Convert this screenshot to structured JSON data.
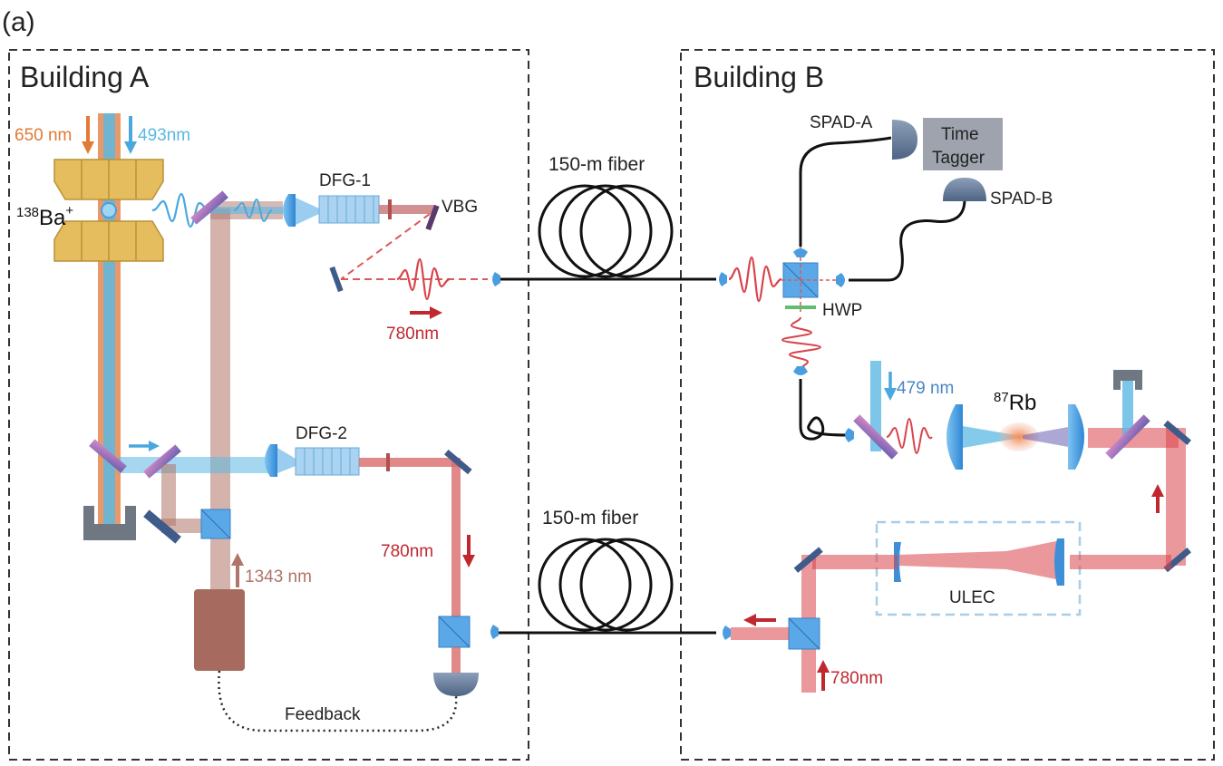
{
  "panel_label": "(a)",
  "buildings": {
    "a": "Building A",
    "b": "Building B"
  },
  "labels": {
    "wl_650": "650 nm",
    "wl_493": "493nm",
    "ion_mass": "138",
    "ion_symbol": "Ba",
    "ion_charge": "+",
    "dfg1": "DFG-1",
    "vbg": "VBG",
    "wl_780_a": "780nm",
    "dfg2": "DFG-2",
    "wl_780_b": "780nm",
    "wl_1343": "1343 nm",
    "feedback": "Feedback",
    "fiber_top": "150-m fiber",
    "fiber_bottom": "150-m fiber",
    "spad_a": "SPAD-A",
    "spad_b": "SPAD-B",
    "time_tagger_1": "Time",
    "time_tagger_2": "Tagger",
    "hwp": "HWP",
    "wl_479": "479 nm",
    "rb_mass": "87",
    "rb_symbol": "Rb",
    "ulec": "ULEC",
    "wl_780_c": "780nm"
  },
  "colors": {
    "laser_650": "#e8864e",
    "laser_493": "#5bb8e3",
    "laser_780": "#d9434b",
    "laser_1343": "#b07468",
    "fiber": "#111111",
    "optic_blue": "#4a9ee0",
    "trap_gold": "#e6bd5e",
    "border": "#333333"
  }
}
